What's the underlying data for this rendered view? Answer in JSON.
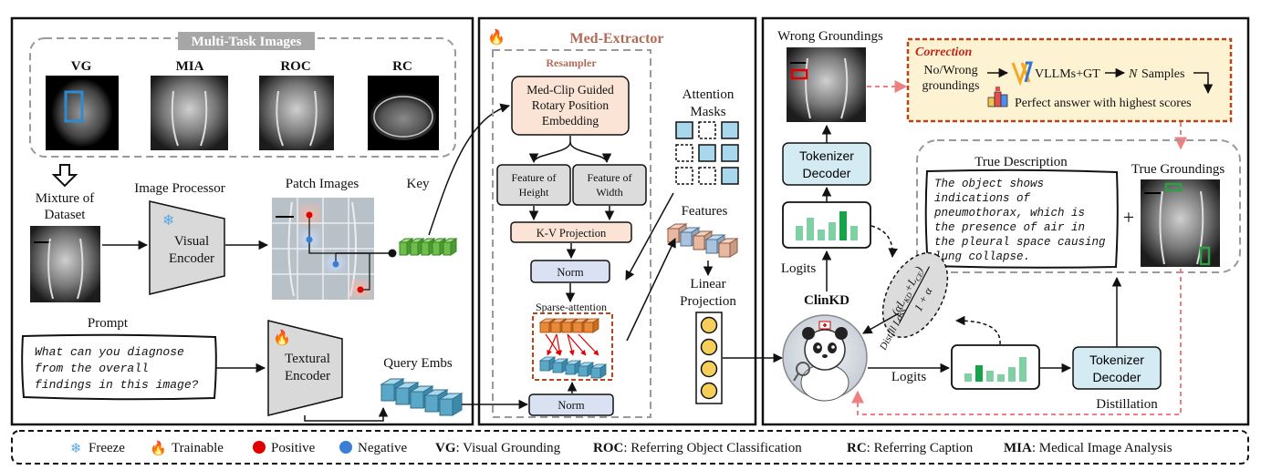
{
  "panel_left": {
    "multitask_title": "Multi-Task Images",
    "thumbs": [
      "VG",
      "MIA",
      "ROC",
      "RC"
    ],
    "mixture_line1": "Mixture of",
    "mixture_line2": "Dataset",
    "image_processor": "Image Processor",
    "visual_encoder_line1": "Visual",
    "visual_encoder_line2": "Encoder",
    "patch_images": "Patch Images",
    "key": "Key",
    "prompt_title": "Prompt",
    "prompt_lines": [
      "What can you diagnose",
      "from the overall",
      "findings in this image?"
    ],
    "textural_encoder_line1": "Textural",
    "textural_encoder_line2": "Encoder",
    "query_embs": "Query Embs"
  },
  "panel_middle": {
    "title": "Med-Extractor",
    "resampler": "Resampler",
    "rope_lines": [
      "Med-Clip Guided",
      "Rotary Position",
      "Embedding"
    ],
    "feature_height_lines": [
      "Feature of",
      "Height"
    ],
    "feature_width_lines": [
      "Feature of",
      "Width"
    ],
    "kv_projection": "K-V Projection",
    "norm_top": "Norm",
    "sparse_attention": "Sparse-attention",
    "norm_bottom": "Norm",
    "attention_masks_lines": [
      "Attention",
      "Masks"
    ],
    "features": "Features",
    "linear_projection_lines": [
      "Linear",
      "Projection"
    ]
  },
  "panel_right": {
    "wrong_groundings": "Wrong Groundings",
    "correction_title": "Correction",
    "correction_no_wrong_lines": [
      "No/Wrong",
      "groundings"
    ],
    "correction_vllm": "VLLMs+GT",
    "correction_samples_n": "N",
    "correction_samples_word": "Samples",
    "correction_perfect": "Perfect answer with highest scores",
    "tokenizer_decoder_top_lines": [
      "Tokenizer",
      "Decoder"
    ],
    "logits_top": "Logits",
    "true_description_title": "True Description",
    "true_description_lines": [
      "The object shows",
      "indications of",
      "pneumothorax, which is",
      "the presence of air in",
      "the pleural space causing",
      "lung collapse."
    ],
    "plus": "+",
    "true_groundings": "True Groundings",
    "clinkd": "ClinKD",
    "formula_top": "(αL",
    "formula_kd": "KD",
    "formula_plus": "+L",
    "formula_ce": "CE",
    "formula_close": ")",
    "formula_bottom": "1 + α",
    "distill_loss": "Distill Loss",
    "logits_bottom": "Logits",
    "tokenizer_decoder_bottom_lines": [
      "Tokenizer",
      "Decoder"
    ],
    "distillation": "Distillation"
  },
  "legend": {
    "freeze": "Freeze",
    "trainable": "Trainable",
    "positive": "Positive",
    "negative": "Negative",
    "vg_key": "VG",
    "vg_text": ": Visual Grounding",
    "roc_key": "ROC",
    "roc_text": ": Referring Object Classification",
    "rc_key": "RC",
    "rc_text": ": Referring Caption",
    "mia_key": "MIA",
    "mia_text": ": Medical Image Analysis"
  },
  "colors": {
    "panel_border": "#111111",
    "dashed_gray": "#9a9a9a",
    "rope_fill": "#fbe4d6",
    "feature_fill": "#dcdcdc",
    "kv_fill": "#fbe4d6",
    "norm_fill": "#d9e1f2",
    "tokenizer_fill": "#d5ebf3",
    "correction_fill": "#fdf3d3",
    "correction_border": "#b5451b",
    "teal_block": "#5aa7c8",
    "green_block": "#6cc04a",
    "orange_block": "#e98a3a",
    "salmon_block": "#e8b8a0",
    "yellow_circle": "#f5cf5a",
    "pink_arrow": "#f08080",
    "positive": "#e00000",
    "negative": "#3a7fd5"
  }
}
